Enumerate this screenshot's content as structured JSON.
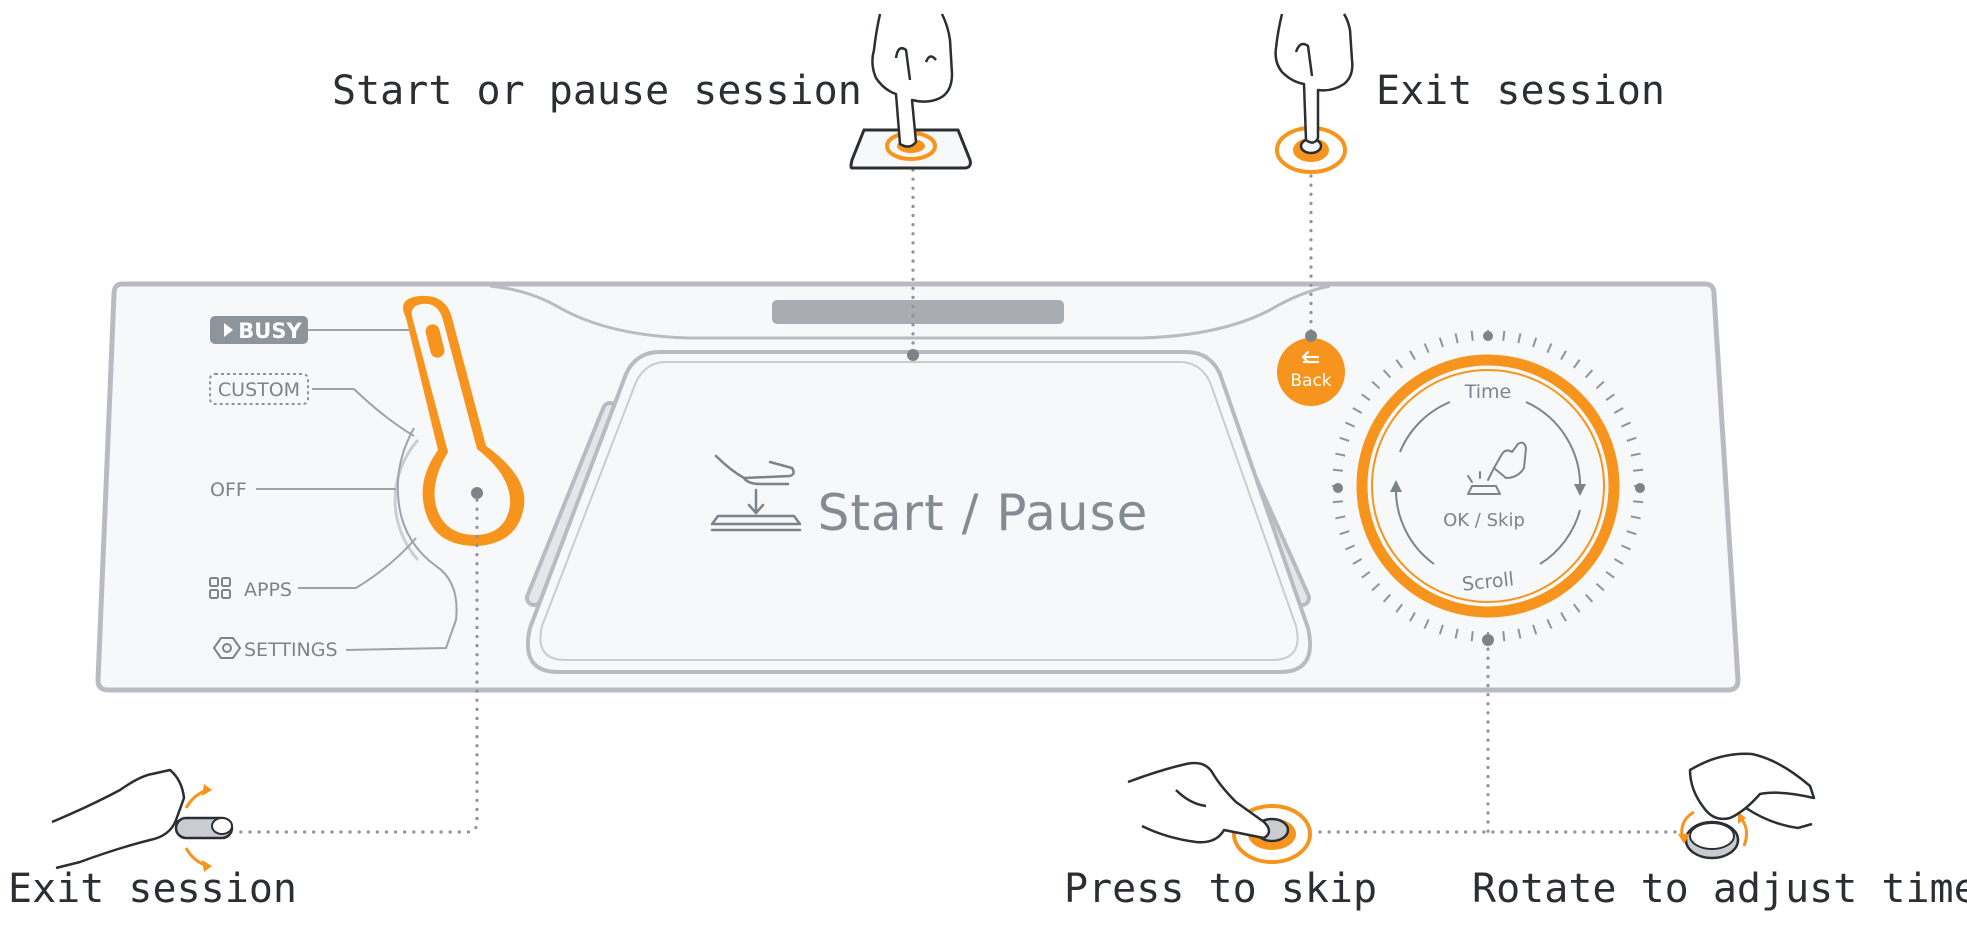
{
  "callouts": {
    "start_pause": "Start or pause session",
    "exit_top": "Exit session",
    "exit_bottom": "Exit session",
    "press_skip": "Press to skip",
    "rotate": "Rotate to adjust time"
  },
  "modes": {
    "busy": "BUSY",
    "custom": "CUSTOM",
    "off": "OFF",
    "apps": "APPS",
    "settings": "SETTINGS"
  },
  "touchpad": {
    "label": "Start / Pause"
  },
  "back_button": {
    "label": "Back"
  },
  "dial": {
    "time": "Time",
    "ok_skip": "OK / Skip",
    "scroll": "Scroll"
  },
  "colors": {
    "accent": "#F7941D",
    "panel_stroke": "#B8BCC2",
    "panel_fill": "#F6F7F8",
    "text_gray": "#7D838A",
    "dark": "#2B2F33"
  }
}
